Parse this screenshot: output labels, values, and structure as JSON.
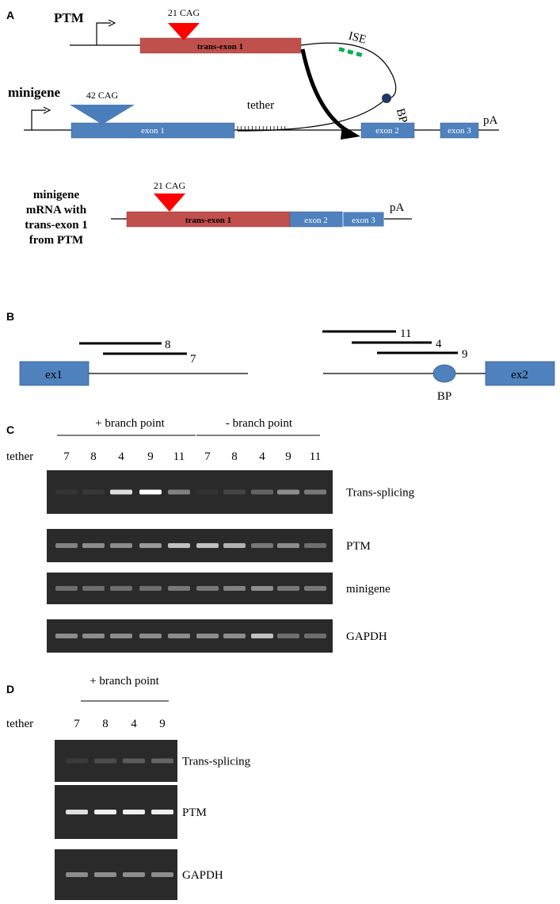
{
  "panels": {
    "a": {
      "letter": "A",
      "ptm_label": "PTM",
      "ptm_cag": "21 CAG",
      "ptm_exon": "trans-exon 1",
      "ise": "ISE",
      "bp": "BP",
      "minigene_label": "minigene",
      "minigene_cag": "42 CAG",
      "exon1": "exon 1",
      "tether": "tether",
      "exon2": "exon 2",
      "exon3": "exon 3",
      "pa": "pA",
      "product_label": [
        "minigene",
        "mRNA with",
        "trans-exon 1",
        "from PTM"
      ],
      "product_cag": "21 CAG",
      "product_exon": "trans-exon 1",
      "product_exon2": "exon 2",
      "product_exon3": "exon 3",
      "product_pa": "pA"
    },
    "b": {
      "letter": "B",
      "ex1": "ex1",
      "ex2": "ex2",
      "bp": "BP",
      "left_tethers": [
        "8",
        "7"
      ],
      "right_tethers": [
        "11",
        "4",
        "9"
      ]
    },
    "c": {
      "letter": "C",
      "group_plus": "+ branch point",
      "group_minus": "- branch point",
      "tether_label": "tether",
      "lanes": [
        "7",
        "8",
        "4",
        "9",
        "11",
        "7",
        "8",
        "4",
        "9",
        "11"
      ],
      "gels": [
        "Trans-splicing",
        "PTM",
        "minigene",
        "GAPDH"
      ]
    },
    "d": {
      "letter": "D",
      "group_plus": "+ branch point",
      "tether_label": "tether",
      "lanes": [
        "7",
        "8",
        "4",
        "9"
      ],
      "gels": [
        "Trans-splicing",
        "PTM",
        "GAPDH"
      ]
    }
  },
  "colors": {
    "red_exon": "#c0504d",
    "blue_exon": "#4f81bd",
    "red_triangle": "#ff0000",
    "blue_triangle": "#4a7ebb",
    "ise_green": "#00b050",
    "bp_dot": "#1f3864",
    "gel_bg": "#2a2a2a"
  },
  "bands": {
    "c": [
      [
        0.05,
        0.08,
        0.9,
        1.0,
        0.55,
        0.03,
        0.2,
        0.4,
        0.6,
        0.5
      ],
      [
        0.55,
        0.6,
        0.6,
        0.65,
        0.8,
        0.8,
        0.75,
        0.5,
        0.6,
        0.45
      ],
      [
        0.45,
        0.45,
        0.45,
        0.45,
        0.5,
        0.5,
        0.55,
        0.6,
        0.5,
        0.5
      ],
      [
        0.6,
        0.6,
        0.6,
        0.6,
        0.6,
        0.6,
        0.6,
        0.8,
        0.45,
        0.45
      ]
    ],
    "d": [
      [
        0.12,
        0.25,
        0.35,
        0.4
      ],
      [
        0.9,
        0.95,
        0.95,
        0.95
      ],
      [
        0.6,
        0.6,
        0.6,
        0.6
      ]
    ]
  }
}
